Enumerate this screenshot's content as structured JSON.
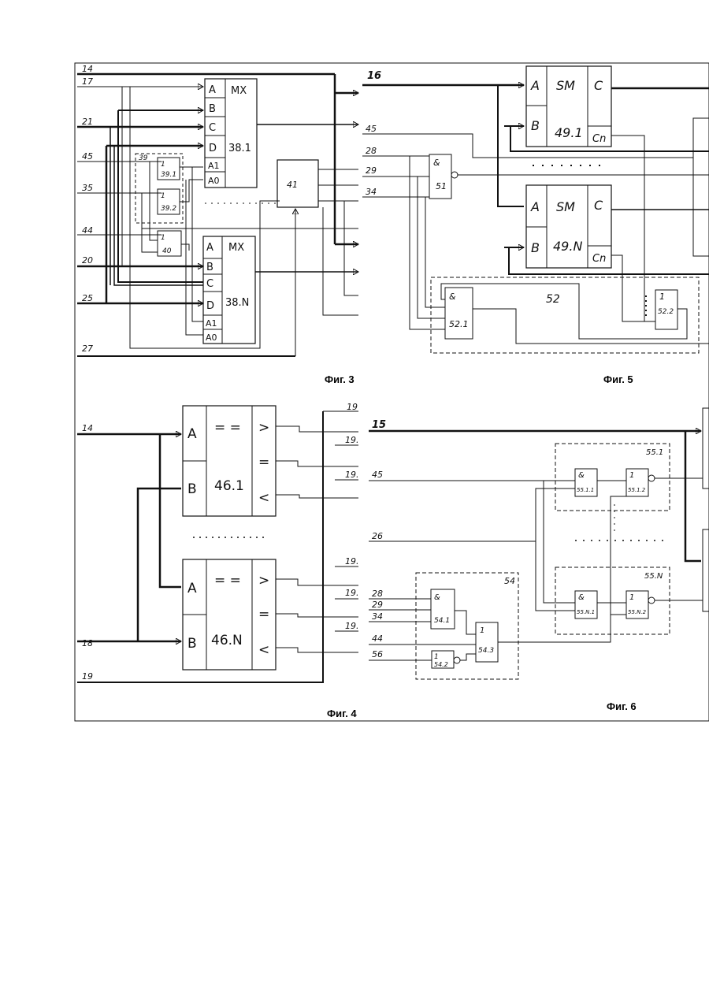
{
  "figures": {
    "fig3": {
      "caption": "Фиг. 3",
      "inputs": [
        "14",
        "17",
        "21",
        "45",
        "35",
        "44",
        "20",
        "25",
        "27"
      ],
      "mux_top": {
        "title": "MX",
        "id": "38.1",
        "ports": [
          "A",
          "B",
          "C",
          "D",
          "A1",
          "A0"
        ]
      },
      "mux_bottom": {
        "title": "MX",
        "id": "38.N",
        "ports": [
          "A",
          "B",
          "C",
          "D",
          "A1",
          "A0"
        ]
      },
      "group_label": "39",
      "gates": [
        {
          "sym": "1",
          "id": "39.1"
        },
        {
          "sym": "1",
          "id": "39.2"
        },
        {
          "sym": "1",
          "id": "40"
        }
      ],
      "block41": "41"
    },
    "fig4": {
      "caption": "Фиг. 4",
      "inputs": [
        "14",
        "18",
        "19"
      ],
      "outputs": [
        "19",
        "19.",
        "19.",
        "19.",
        "19.",
        "19."
      ],
      "comp_top": {
        "title": "= =",
        "id": "46.1",
        "ports": [
          "A",
          "B"
        ],
        "outs": [
          ">",
          "=",
          "<"
        ]
      },
      "comp_bottom": {
        "title": "= =",
        "id": "46.N",
        "ports": [
          "A",
          "B"
        ],
        "outs": [
          ">",
          "=",
          "<"
        ]
      }
    },
    "fig5": {
      "caption": "Фиг. 5",
      "inputs": [
        "16",
        "45",
        "28",
        "29",
        "34"
      ],
      "adder_top": {
        "title": "SM",
        "id": "49.1",
        "ports": [
          "A",
          "B"
        ],
        "outs": [
          "C",
          "Cn"
        ]
      },
      "adder_bottom": {
        "title": "SM",
        "id": "49.N",
        "ports": [
          "A",
          "B"
        ],
        "outs": [
          "C",
          "Cn"
        ]
      },
      "gate51": {
        "sym": "&",
        "id": "51"
      },
      "group52": "52",
      "gate52_1": {
        "sym": "&",
        "id": "52.1"
      },
      "gate52_2": {
        "sym": "1",
        "id": "52.2"
      }
    },
    "fig6": {
      "caption": "Фиг. 6",
      "inputs": [
        "15",
        "45",
        "26",
        "28",
        "29",
        "34",
        "44",
        "56"
      ],
      "group55_1": "55.1",
      "group55_n": "55.N",
      "group54": "54",
      "gates": [
        {
          "sym": "&",
          "id": "55.1.1"
        },
        {
          "sym": "1",
          "id": "55.1.2"
        },
        {
          "sym": "&",
          "id": "55.N.1"
        },
        {
          "sym": "1",
          "id": "55.N.2"
        },
        {
          "sym": "&",
          "id": "54.1"
        },
        {
          "sym": "1",
          "id": "54.2"
        },
        {
          "sym": "1",
          "id": "54.3"
        }
      ]
    }
  }
}
